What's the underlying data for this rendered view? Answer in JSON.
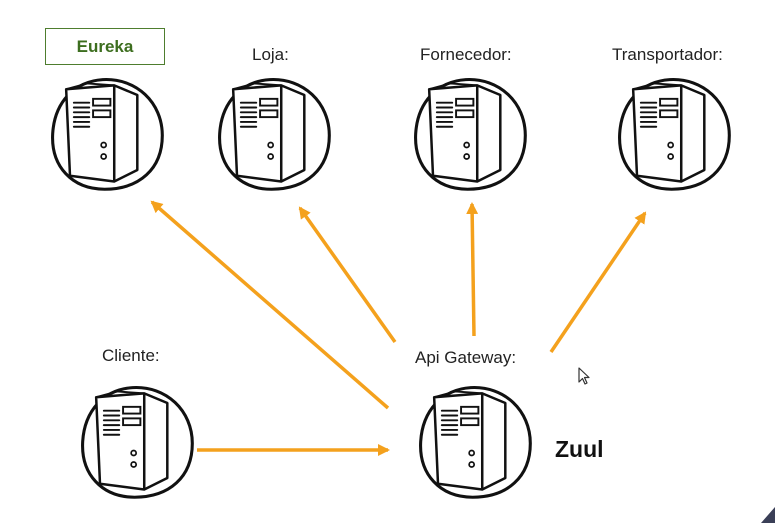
{
  "nodes": {
    "eureka": {
      "label": "Eureka"
    },
    "loja": {
      "label": "Loja:"
    },
    "fornecedor": {
      "label": "Fornecedor:"
    },
    "transportador": {
      "label": "Transportador:"
    },
    "cliente": {
      "label": "Cliente:"
    },
    "gateway": {
      "label": "Api Gateway:",
      "tag": "Zuul"
    }
  },
  "colors": {
    "arrow": "#f4a11d",
    "eureka_accent": "#3d6e1f",
    "outline": "#111111"
  },
  "icons": [
    "server-icon",
    "cursor-icon"
  ]
}
